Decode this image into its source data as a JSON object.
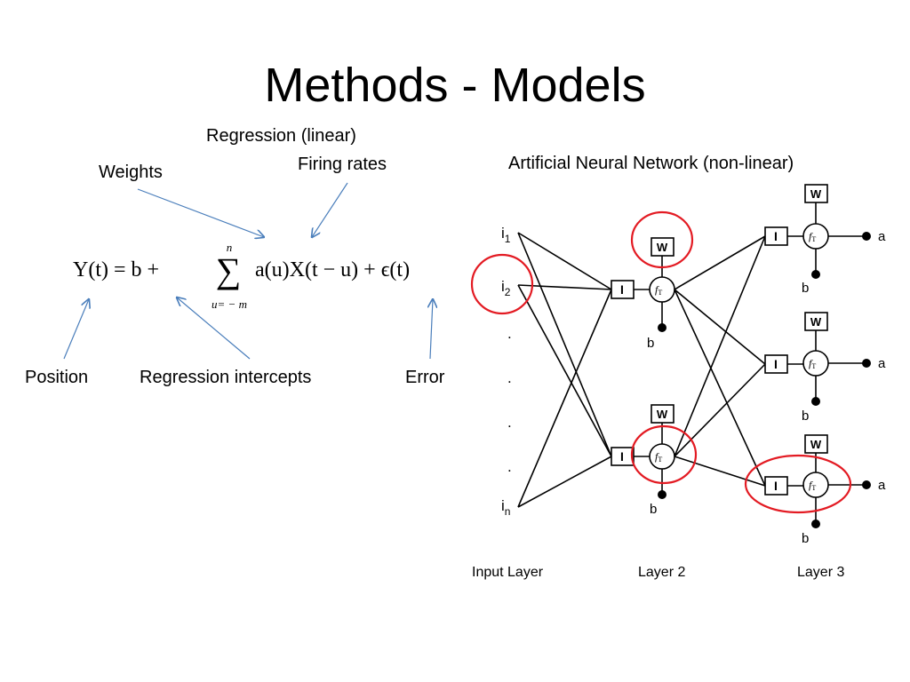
{
  "slide": {
    "title": "Methods - Models",
    "labels": {
      "regression": "Regression (linear)",
      "firing_rates": "Firing rates",
      "weights": "Weights",
      "position": "Position",
      "intercepts": "Regression intercepts",
      "error": "Error",
      "ann": "Artificial Neural Network (non-linear)"
    },
    "equation": {
      "lhs": "Y(t) = b +",
      "sum_upper": "n",
      "sum_lower": "u= − m",
      "sum_symbol": "∑",
      "body": "a(u)X(t − u) + ϵ(t)"
    },
    "network": {
      "inputs": [
        "i",
        "i",
        "i"
      ],
      "input_subs": [
        "1",
        "2",
        "n"
      ],
      "dots": ".",
      "weight_box": "W",
      "input_box": "I",
      "activation": "f",
      "activation_sub": "T",
      "bias": "b",
      "output": "a",
      "layer_labels": [
        "Input Layer",
        "Layer 2",
        "Layer 3"
      ],
      "highlight_color": "#e31b23",
      "arrow_color": "#4a7ebb"
    }
  }
}
